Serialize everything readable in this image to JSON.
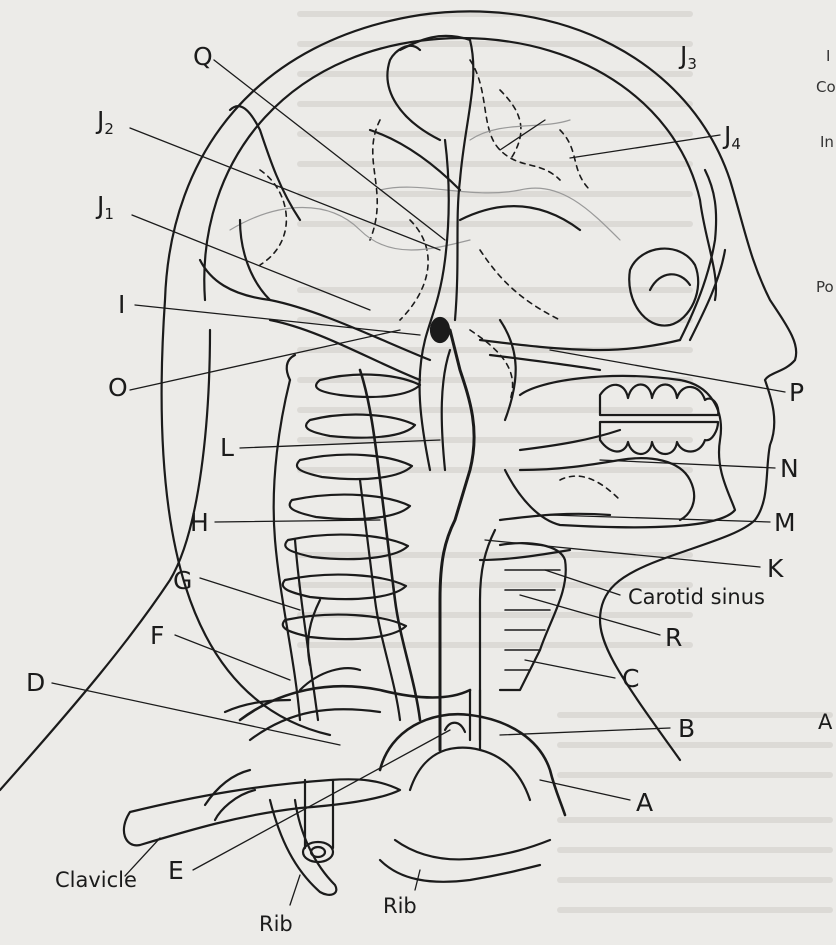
{
  "labels": {
    "Q": "Q",
    "J3": "J",
    "J3_sub": "3",
    "J4": "J",
    "J4_sub": "4",
    "J2": "J",
    "J2_sub": "2",
    "J1": "J",
    "J1_sub": "1",
    "I": "I",
    "O": "O",
    "P": "P",
    "L": "L",
    "N": "N",
    "H": "H",
    "M": "M",
    "K": "K",
    "G": "G",
    "carotid_sinus": "Carotid sinus",
    "F": "F",
    "R": "R",
    "C": "C",
    "D": "D",
    "B": "B",
    "A": "A",
    "clavicle": "Clavicle",
    "E": "E",
    "rib1": "Rib",
    "rib2": "Rib"
  },
  "page_edge": {
    "t1": "I",
    "t2": "Co",
    "t3": "In",
    "t4": "Po",
    "t5": "A"
  },
  "colors": {
    "paper": "#ecebe8",
    "ink": "#1b1b1b"
  }
}
